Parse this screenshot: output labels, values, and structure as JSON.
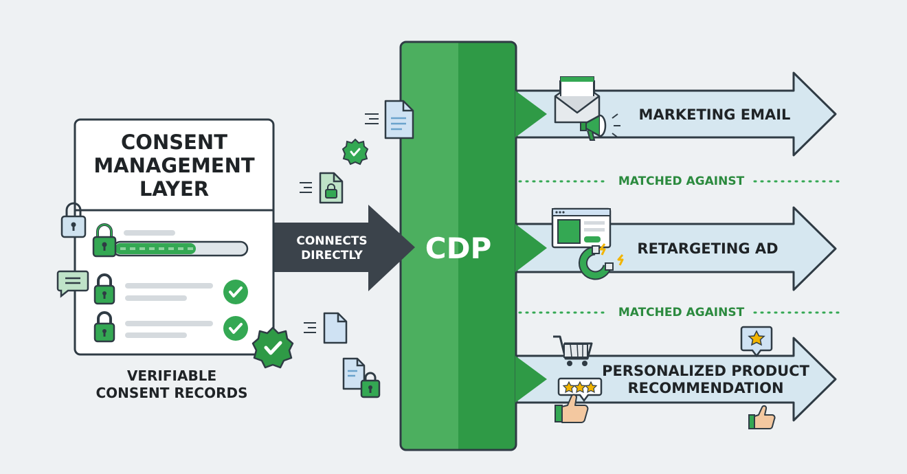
{
  "consent_layer": {
    "title_lines": [
      "CONSENT",
      "MANAGEMENT",
      "LAYER"
    ],
    "caption_lines": [
      "VERIFIABLE",
      "CONSENT RECORDS"
    ]
  },
  "connector": {
    "label_lines": [
      "CONNECTS",
      "DIRECTLY"
    ]
  },
  "cdp": {
    "label": "CDP"
  },
  "outputs": [
    {
      "label_lines": [
        "MARKETING EMAIL"
      ]
    },
    {
      "label_lines": [
        "RETARGETING AD"
      ]
    },
    {
      "label_lines": [
        "PERSONALIZED PRODUCT",
        "RECOMMENDATION"
      ]
    }
  ],
  "separators": [
    {
      "label": "MATCHED AGAINST"
    },
    {
      "label": "MATCHED AGAINST"
    }
  ],
  "icons": [
    "lock-icon",
    "chat-icon",
    "check-badge-icon",
    "document-icon",
    "locked-document-icon",
    "envelope-icon",
    "megaphone-icon",
    "browser-ad-icon",
    "magnet-icon",
    "shopping-cart-icon",
    "star-rating-icon",
    "thumbs-up-icon",
    "star-bubble-icon"
  ],
  "colors": {
    "green": "#34a853",
    "green_dark": "#2b8a3e",
    "arrow_fill": "#d6e7f0",
    "outline": "#2f3b44",
    "connector": "#3b434b",
    "background": "#eef1f3"
  }
}
